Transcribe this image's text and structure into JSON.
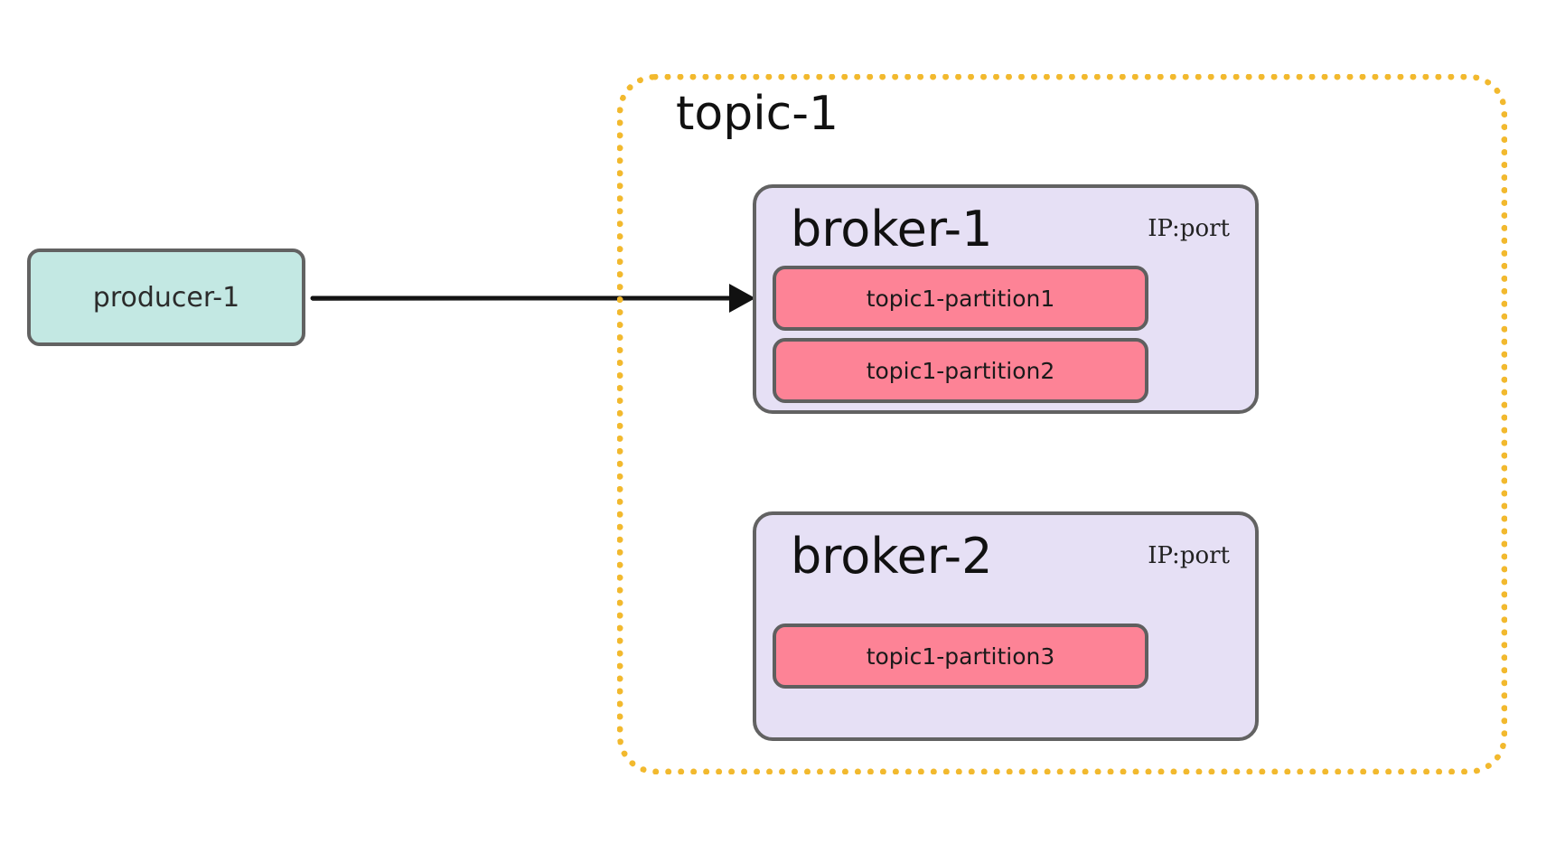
{
  "producer": {
    "label": "producer-1"
  },
  "topic": {
    "title": "topic-1"
  },
  "brokers": [
    {
      "title": "broker-1",
      "address": "IP:port",
      "partitions": [
        "topic1-partition1",
        "topic1-partition2"
      ]
    },
    {
      "title": "broker-2",
      "address": "IP:port",
      "partitions": [
        "topic1-partition3"
      ]
    }
  ],
  "colors": {
    "producer_fill": "#c3e8e3",
    "topic_border": "#f2b92e",
    "broker_fill": "#e6e0f5",
    "partition_fill": "#fd8396",
    "outline": "#626262"
  }
}
